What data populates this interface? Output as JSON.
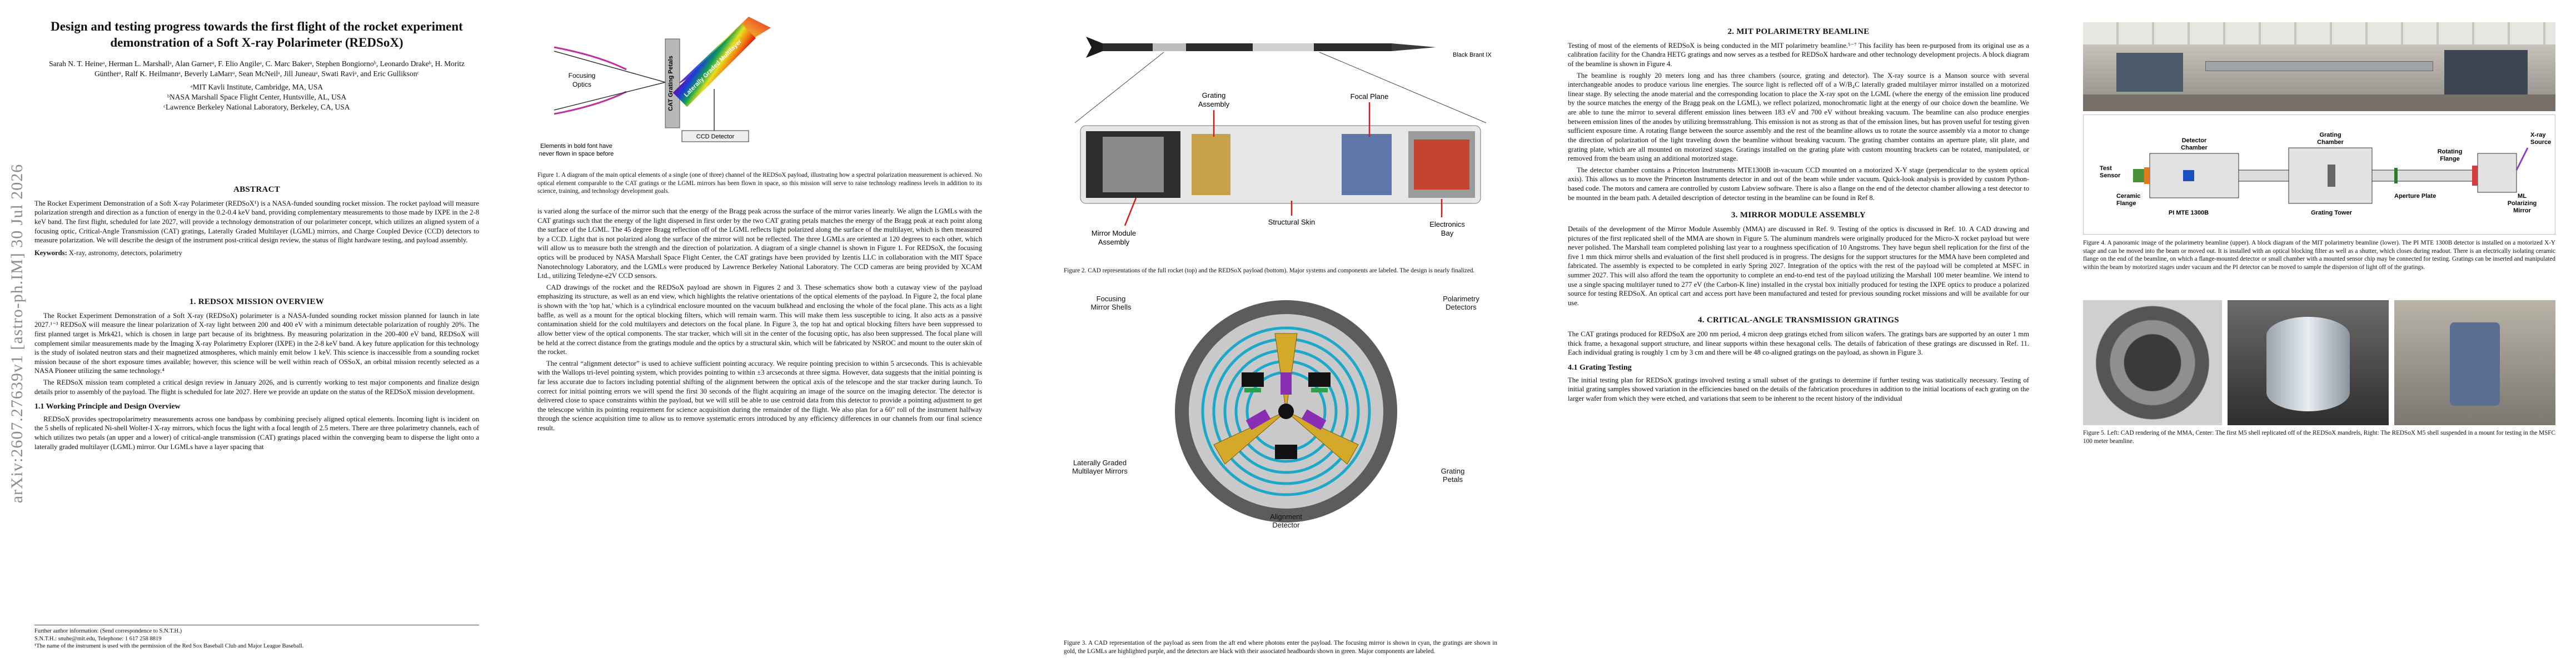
{
  "arxiv_stamp": "arXiv:2607.27639v1  [astro-ph.IM]  30 Jul 2026",
  "paper": {
    "title": "Design and testing progress towards the first flight of the rocket experiment demonstration of a Soft X-ray Polarimeter (REDSoX)",
    "authors": "Sarah N. T. Heineᵃ, Herman L. Marshallᵃ, Alan Garnerᵃ, F. Elio Angileᵃ, C. Marc Bakerᵃ, Stephen Bongiornoᵇ, Leonardo Drakeᵇ, H. Moritz Güntherᵃ, Ralf K. Heilmannᵃ, Beverly LaMarrᵃ, Sean McNeilᵃ, Jill Juneauᵃ, Swati Raviᵃ, and Eric Gulliksonᶜ",
    "affiliations": [
      "ᵃMIT Kavli Institute, Cambridge, MA, USA",
      "ᵇNASA Marshall Space Flight Center, Huntsville, AL, USA",
      "ᶜLawrence Berkeley National Laboratory, Berkeley, CA, USA"
    ]
  },
  "abstract": {
    "heading": "ABSTRACT",
    "text": "The Rocket Experiment Demonstration of a Soft X-ray Polarimeter (REDSoX¹) is a NASA-funded sounding rocket mission. The rocket payload will measure polarization strength and direction as a function of energy in the 0.2-0.4 keV band, providing complementary measurements to those made by IXPE in the 2-8 keV band. The first flight, scheduled for late 2027, will provide a technology demonstration of our polarimeter concept, which utilizes an aligned system of a focusing optic, Critical-Angle Transmission (CAT) gratings, Laterally Graded Multilayer (LGML) mirrors, and Charge Coupled Device (CCD) detectors to measure polarization. We will describe the design of the instrument post-critical design review, the status of flight hardware testing, and payload assembly.",
    "keywords_label": "Keywords:",
    "keywords": "X-ray, astronomy, detectors, polarimetry"
  },
  "sections": {
    "s1": {
      "heading": "1. REDSOX MISSION OVERVIEW",
      "p1": "The Rocket Experiment Demonstration of a Soft X-ray (REDSoX) polarimeter is a NASA-funded sounding rocket mission planned for launch in late 2027.¹⁻³ REDSoX will measure the linear polarization of X-ray light between 200 and 400 eV with a minimum detectable polarization of roughly 20%. The first planned target is Mrk421, which is chosen in large part because of its brightness. By measuring polarization in the 200-400 eV band, REDSoX will complement similar measurements made by the Imaging X-ray Polarimetry Explorer (IXPE) in the 2-8 keV band. A key future application for this technology is the study of isolated neutron stars and their magnetized atmospheres, which mainly emit below 1 keV. This science is inaccessible from a sounding rocket mission because of the short exposure times available; however, this science will be well within reach of OSSoX, an orbital mission recently selected as a NASA Pioneer utilizing the same technology.⁴",
      "p2": "The REDSoX mission team completed a critical design review in January 2026, and is currently working to test major components and finalize design details prior to assembly of the payload. The flight is scheduled for late 2027. Here we provide an update on the status of the REDSoX mission development.",
      "sub": "1.1 Working Principle and Design Overview",
      "p3": "REDSoX provides spectropolarimetry measurements across one bandpass by combining precisely aligned optical elements. Incoming light is incident on the 5 shells of replicated Ni-shell Wolter-I X-ray mirrors, which focus the light with a focal length of 2.5 meters. There are three polarimetry channels, each of which utilizes two petals (an upper and a lower) of critical-angle transmission (CAT) gratings placed within the converging beam to disperse the light onto a laterally graded multilayer (LGML) mirror. Our LGMLs have a layer spacing that"
    },
    "fig1_caption": "Figure 1. A diagram of the main optical elements of a single (one of three) channel of the REDSoX payload, illustrating how a spectral polarization measurement is achieved. No optical element comparable to the CAT gratings or the LGML mirrors has been flown in space, so this mission will serve to raise technology readiness levels in addition to its science, training, and technology development goals.",
    "p2col": {
      "p1": "is varied along the surface of the mirror such that the energy of the Bragg peak across the surface of the mirror varies linearly. We align the LGMLs with the CAT gratings such that the energy of the light dispersed in first order by the two CAT grating petals matches the energy of the Bragg peak at each point along the surface of the LGML. The 45 degree Bragg reflection off of the LGML reflects light polarized along the surface of the multilayer, which is then measured by a CCD. Light that is not polarized along the surface of the mirror will not be reflected. The three LGMLs are oriented at 120 degrees to each other, which will allow us to measure both the strength and the direction of polarization. A diagram of a single channel is shown in Figure 1. For REDSoX, the focusing optics will be produced by NASA Marshall Space Flight Center, the CAT gratings have been provided by Izentis LLC in collaboration with the MIT Space Nanotechnology Laboratory, and the LGMLs were produced by Lawrence Berkeley National Laboratory. The CCD cameras are being provided by XCAM Ltd., utilizing Teledyne-e2V CCD sensors.",
      "p2": "CAD drawings of the rocket and the REDSoX payload are shown in Figures 2 and 3. These schematics show both a cutaway view of the payload emphasizing its structure, as well as an end view, which highlights the relative orientations of the optical elements of the payload. In Figure 2, the focal plane is shown with the 'top hat,' which is a cylindrical enclosure mounted on the vacuum bulkhead and enclosing the whole of the focal plane. This acts as a light baffle, as well as a mount for the optical blocking filters, which will remain warm. This will make them less susceptible to icing. It also acts as a passive contamination shield for the cold multilayers and detectors on the focal plane. In Figure 3, the top hat and optical blocking filters have been suppressed to allow better view of the optical components. The star tracker, which will sit in the center of the focusing optic, has also been suppressed. The focal plane will be held at the correct distance from the gratings module and the optics by a structural skin, which will be fabricated by NSROC and mount to the outer skin of the rocket.",
      "p3": "The central “alignment detector” is used to achieve sufficient pointing accuracy. We require pointing precision to within 5 arcseconds. This is achievable with the Wallops tri-level pointing system, which provides pointing to within ±3 arcseconds at three sigma. However, data suggests that the initial pointing is far less accurate due to factors including potential shifting of the alignment between the optical axis of the telescope and the star tracker during launch. To correct for initial pointing errors we will spend the first 30 seconds of the flight acquiring an image of the source on the imaging detector. The detector is delivered close to space constraints within the payload, but we will still be able to use centroid data from this detector to provide a pointing adjustment to get the telescope within its pointing requirement for science acquisition during the remainder of the flight. We also plan for a 60″ roll of the instrument halfway through the science acquisition time to allow us to remove systematic errors introduced by any efficiency differences in our channels from our final science result."
    },
    "fig2_caption": "Figure 2. CAD representations of the full rocket (top) and the REDSoX payload (bottom). Major systems and components are labeled. The design is nearly finalized.",
    "fig3_caption": "Figure 3. A CAD representation of the payload as seen from the aft end where photons enter the payload. The focusing mirror is shown in cyan, the gratings are shown in gold, the LGMLs are highlighted purple, and the detectors are black with their associated headboards shown in green. Major components are labeled.",
    "s2": {
      "heading": "2. MIT POLARIMETRY BEAMLINE",
      "p1": "Testing of most of the elements of REDSoX is being conducted in the MIT polarimetry beamline.⁵⁻⁷ This facility has been re-purposed from its original use as a calibration facility for the Chandra HETG gratings and now serves as a testbed for REDSoX hardware and other technology development projects. A block diagram of the beamline is shown in Figure 4.",
      "p2": "The beamline is roughly 20 meters long and has three chambers (source, grating and detector). The X-ray source is a Manson source with several interchangeable anodes to produce various line energies. The source light is reflected off of a W/B₄C laterally graded multilayer mirror installed on a motorized linear stage. By selecting the anode material and the corresponding location to place the X-ray spot on the LGML (where the energy of the emission line produced by the source matches the energy of the Bragg peak on the LGML), we reflect polarized, monochromatic light at the energy of our choice down the beamline. We are able to tune the mirror to several different emission lines between 183 eV and 700 eV without breaking vacuum. The beamline can also produce energies between emission lines of the anodes by utilizing bremsstrahlung. This emission is not as strong as that of the emission lines, but has proven useful for testing given sufficient exposure time. A rotating flange between the source assembly and the rest of the beamline allows us to rotate the source assembly via a motor to change the direction of polarization of the light traveling down the beamline without breaking vacuum. The grating chamber contains an aperture plate, slit plate, and grating plate, which are all mounted on motorized stages. Gratings installed on the grating plate with custom mounting brackets can be rotated, manipulated, or removed from the beam using an additional motorized stage.",
      "p3": "The detector chamber contains a Princeton Instruments MTE1300B in-vacuum CCD mounted on a motorized X-Y stage (perpendicular to the system optical axis). This allows us to move the Princeton Instruments detector in and out of the beam while under vacuum. Quick-look analysis is provided by custom Python-based code. The motors and camera are controlled by custom Labview software. There is also a flange on the end of the detector chamber allowing a test detector to be mounted in the beam path. A detailed description of detector testing in the beamline can be found in Ref 8."
    },
    "s3": {
      "heading": "3. MIRROR MODULE ASSEMBLY",
      "p1": "Details of the development of the Mirror Module Assembly (MMA) are discussed in Ref. 9. Testing of the optics is discussed in Ref. 10. A CAD drawing and pictures of the first replicated shell of the MMA are shown in Figure 5. The aluminum mandrels were originally produced for the Micro-X rocket payload but were never polished. The Marshall team completed polishing last year to a roughness specification of 10 Angstroms. They have begun shell replication for the first of the five 1 mm thick mirror shells and evaluation of the first shell produced is in progress. The designs for the support structures for the MMA have been completed and fabricated. The assembly is expected to be completed in early Spring 2027. Integration of the optics with the rest of the payload will be completed at MSFC in summer 2027. This will also afford the team the opportunity to complete an end-to-end test of the payload utilizing the Marshall 100 meter beamline. We intend to use a single spacing multilayer tuned to 277 eV (the Carbon-K line) installed in the crystal box initially produced for testing the IXPE optics to produce a polarized source for testing REDSoX. An optical cart and access port have been manufactured and tested for previous sounding rocket missions and will be available for our use."
    },
    "s4": {
      "heading": "4. CRITICAL-ANGLE TRANSMISSION GRATINGS",
      "p1": "The CAT gratings produced for REDSoX are 200 nm period, 4 micron deep gratings etched from silicon wafers. The gratings bars are supported by an outer 1 mm thick frame, a hexagonal support structure, and linear supports within these hexagonal cells. The details of fabrication of these gratings are discussed in Ref. 11. Each individual grating is roughly 1 cm by 3 cm and there will be 48 co-aligned gratings on the payload, as shown in Figure 3.",
      "sub": "4.1 Grating Testing",
      "p2": "The initial testing plan for REDSoX gratings involved testing a small subset of the gratings to determine if further testing was statistically necessary. Testing of initial grating samples showed variation in the efficiencies based on the details of the fabrication procedures in addition to the initial locations of each grating on the larger wafer from which they were etched, and variations that seem to be inherent to the recent history of the individual"
    },
    "fig4_caption": "Figure 4. A panoramic image of the polarimetry beamline (upper). A block diagram of the MIT polarimetry beamline (lower). The PI MTE 1300B detector is installed on a motorized X-Y stage and can be moved into the beam or moved out. It is installed with an optical blocking filter as well as a shutter, which closes during readout. There is an electrically isolating ceramic flange on the end of the beamline, on which a flange-mounted detector or small chamber with a mounted sensor chip may be connected for testing. Gratings can be inserted and manipulated within the beam by motorized stages under vacuum and the PI detector can be moved to sample the dispersion of light off of the gratings.",
    "fig5_caption": "Figure 5. Left: CAD rendering of the MMA, Center: The first M5 shell replicated off of the REDSoX mandrels, Right: The REDSoX M5 shell suspended in a mount for testing in the MSFC 100 meter beamline."
  },
  "footnotes": {
    "f1": "Further author information: (Send correspondence to S.N.T.H.)",
    "f2": "S.N.T.H.: snuhe@mit.edu, Telephone: 1 617 258 8819",
    "f3": "¹The name of the instrument is used with the permission of the Red Sox Baseball Club and Major League Baseball."
  },
  "fig1_labels": {
    "optics": [
      "Focusing",
      "Optics"
    ],
    "cat": "CAT Grating Petals",
    "lgml": "Laterally Graded Multilayer",
    "ccd": "CCD Detector",
    "note": [
      "Elements in bold font have",
      "never flown in space before"
    ]
  },
  "fig2_labels": {
    "black_brant": "Black Brant IX",
    "grating": [
      "Grating",
      "Assembly"
    ],
    "focal": "Focal Plane",
    "mirror": [
      "Mirror Module",
      "Assembly"
    ],
    "skin": "Structural Skin",
    "electronics": [
      "Electronics",
      "Bay"
    ]
  },
  "fig3_labels": {
    "shells": [
      "Focusing",
      "Mirror Shells"
    ],
    "pol": [
      "Polarimetry",
      "Detectors"
    ],
    "lgml": [
      "Laterally Graded",
      "Multilayer Mirrors"
    ],
    "petals": [
      "Grating",
      "Petals"
    ],
    "align": [
      "Alignment",
      "Detector"
    ]
  },
  "fig4_labels": {
    "source": [
      "X-ray",
      "Source"
    ],
    "detector": [
      "Detector",
      "Chamber"
    ],
    "grating": [
      "Grating",
      "Chamber"
    ],
    "rot": [
      "Rotating",
      "Flange"
    ],
    "test": [
      "Test",
      "Sensor"
    ],
    "ceramic": [
      "Ceramic",
      "Flange"
    ],
    "aperture": "Aperture Plate",
    "pi": "PI MTE 1300B",
    "tower": "Grating Tower",
    "ml": [
      "ML",
      "Polarizing",
      "Mirror"
    ]
  }
}
